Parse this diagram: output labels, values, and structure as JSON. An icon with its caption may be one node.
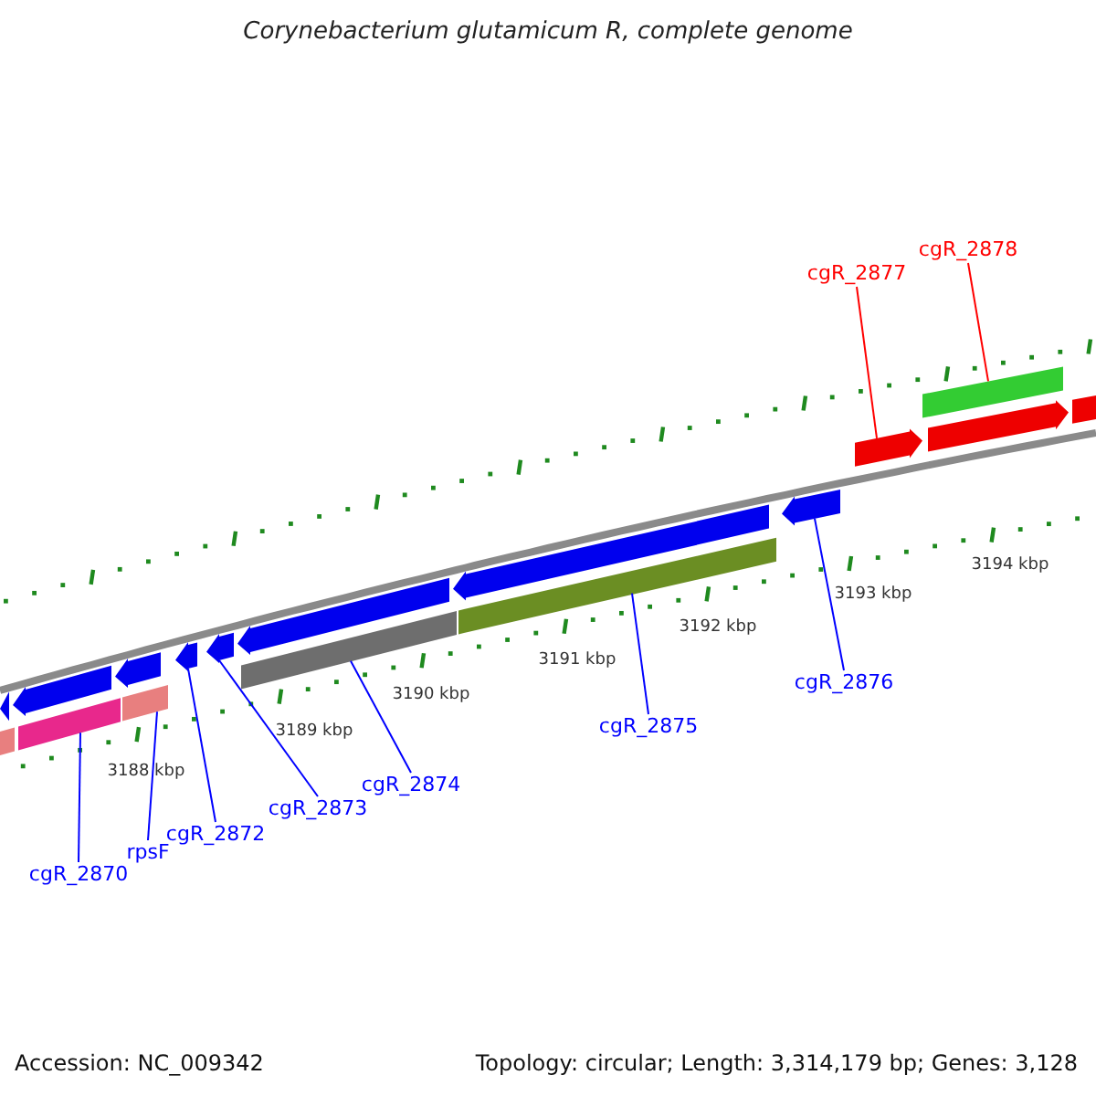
{
  "diagram": {
    "title": "Corynebacterium glutamicum R, complete genome",
    "nodes": [
      {
        "text": [
          "cgR_2870"
        ]
      },
      {
        "text": [
          "rpsF"
        ]
      },
      {
        "text": [
          "cgR_2872"
        ]
      },
      {
        "text": [
          "cgR_2873"
        ]
      },
      {
        "text": [
          "cgR_2874"
        ]
      },
      {
        "text": [
          "cgR_2875"
        ]
      },
      {
        "text": [
          "cgR_2876"
        ]
      },
      {
        "text": [
          "cgR_2877"
        ]
      },
      {
        "text": [
          "cgR_2878"
        ]
      },
      {
        "text": [],
        "shape": "bar"
      },
      {
        "text": [],
        "shape": "arrow"
      },
      {
        "text": [],
        "shape": "arrow"
      },
      {
        "text": [],
        "shape": "bar"
      },
      {
        "text": [],
        "shape": "arrow"
      },
      {
        "text": [],
        "shape": "bar"
      },
      {
        "text": [],
        "shape": "arrow"
      },
      {
        "text": [],
        "shape": "arrow"
      },
      {
        "text": [],
        "shape": "arrow"
      },
      {
        "text": [],
        "shape": "bar"
      },
      {
        "text": [],
        "shape": "arrow"
      },
      {
        "text": [],
        "shape": "bar"
      },
      {
        "text": [],
        "shape": "arrow"
      },
      {
        "text": [],
        "shape": "arrow"
      },
      {
        "text": [],
        "shape": "bar"
      },
      {
        "text": [],
        "shape": "arrow"
      },
      {
        "text": [],
        "shape": "bar"
      }
    ],
    "edges": [
      {
        "from": 0,
        "to": 12,
        "arrow": "none"
      },
      {
        "from": 1,
        "to": 14,
        "arrow": "none"
      },
      {
        "from": 2,
        "to": 15,
        "arrow": "none"
      },
      {
        "from": 3,
        "to": 16,
        "arrow": "none"
      },
      {
        "from": 4,
        "to": 18,
        "arrow": "none"
      },
      {
        "from": 5,
        "to": 20,
        "arrow": "none"
      },
      {
        "from": 6,
        "to": 21,
        "arrow": "none"
      },
      {
        "from": 7,
        "to": 22,
        "arrow": "none",
        "color": "#ff0000"
      },
      {
        "from": 8,
        "to": 23,
        "arrow": "none",
        "color": "#ff0000"
      }
    ],
    "labels": [
      "3188 kbp",
      "3189 kbp",
      "3190 kbp",
      "3191 kbp",
      "3192 kbp",
      "3193 kbp",
      "3194 kbp",
      "Accession: NC_009342",
      "Topology: circular; Length: 3,314,179 bp; Genes: 3,128"
    ]
  }
}
